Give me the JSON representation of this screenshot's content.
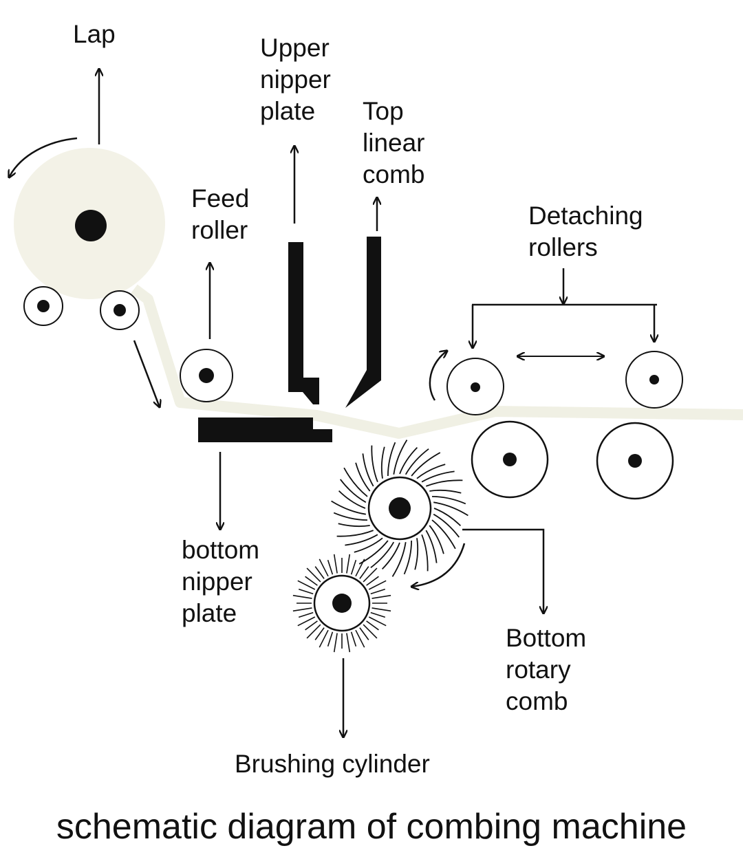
{
  "diagram": {
    "title": "schematic diagram of combing machine",
    "labels": {
      "lap": "Lap",
      "upper_nipper_plate": "Upper\nnipper\nplate",
      "top_linear_comb": "Top\nlinear\ncomb",
      "feed_roller": "Feed\nroller",
      "detaching_rollers": "Detaching\nrollers",
      "bottom_nipper_plate": "bottom\nnipper\nplate",
      "bottom_rotary_comb": "Bottom\nrotary\ncomb",
      "brushing_cylinder": "Brushing cylinder"
    }
  },
  "colors": {
    "ink": "#111111",
    "lap_fill": "#f3f2e7",
    "fiber": "#f0f0e4"
  }
}
